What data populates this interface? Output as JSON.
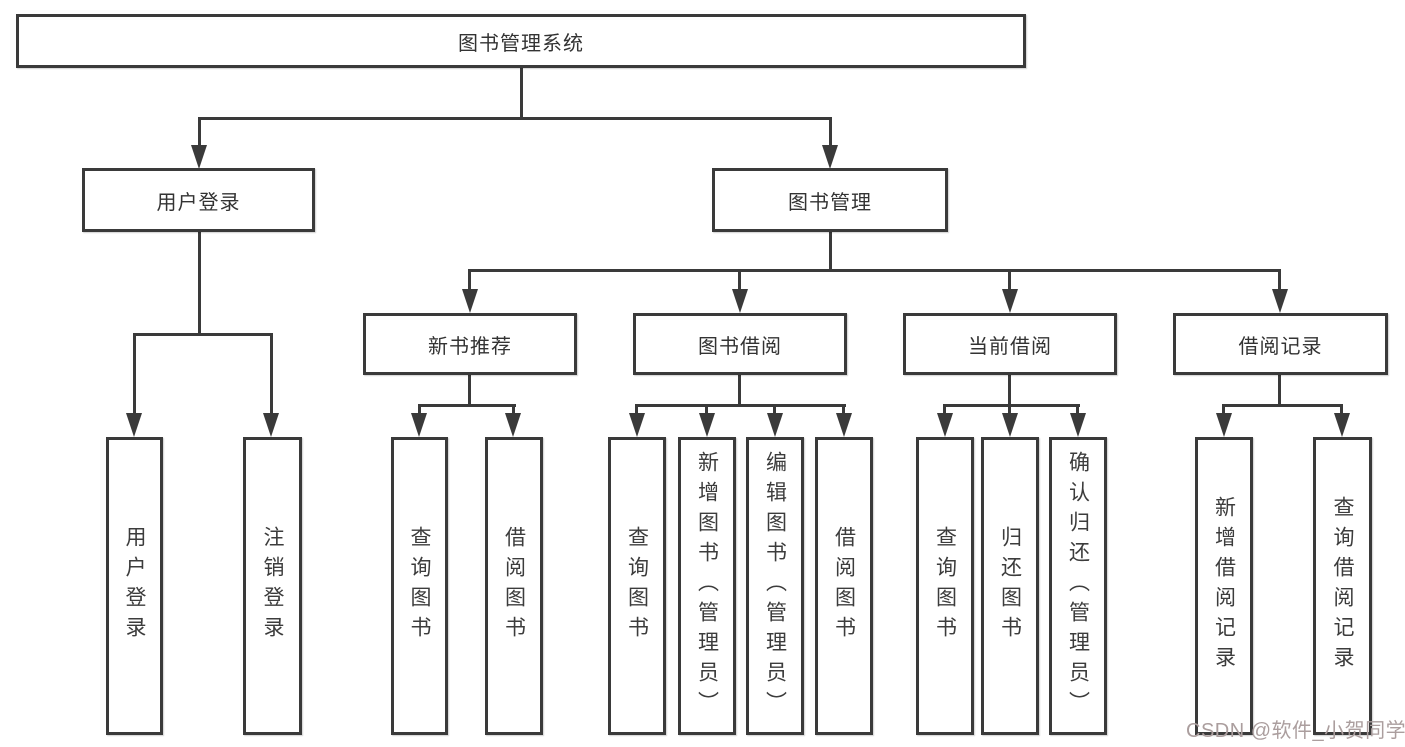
{
  "diagram": {
    "title": "图书管理系统",
    "type": "functional-structure-tree",
    "colors": {
      "line": "#3a3a3a",
      "box_border": "#3a3a3a",
      "box_fill": "#ffffff",
      "text": "#333333",
      "background": "#ffffff",
      "watermark": "#ab9e9e"
    },
    "watermark": "CSDN @软件_小贺同学",
    "tree": {
      "root": {
        "label": "图书管理系统",
        "children": [
          {
            "label": "用户登录",
            "children": [
              {
                "label": "用户登录"
              },
              {
                "label": "注销登录"
              }
            ]
          },
          {
            "label": "图书管理",
            "children": [
              {
                "label": "新书推荐",
                "children": [
                  {
                    "label": "查询图书"
                  },
                  {
                    "label": "借阅图书"
                  }
                ]
              },
              {
                "label": "图书借阅",
                "children": [
                  {
                    "label": "查询图书"
                  },
                  {
                    "label": "新增图书（管理员）"
                  },
                  {
                    "label": "编辑图书（管理员）"
                  },
                  {
                    "label": "借阅图书"
                  }
                ]
              },
              {
                "label": "当前借阅",
                "children": [
                  {
                    "label": "查询图书"
                  },
                  {
                    "label": "归还图书"
                  },
                  {
                    "label": "确认归还（管理员）"
                  }
                ]
              },
              {
                "label": "借阅记录",
                "children": [
                  {
                    "label": "新增借阅记录"
                  },
                  {
                    "label": "查询借阅记录"
                  }
                ]
              }
            ]
          }
        ]
      }
    }
  }
}
